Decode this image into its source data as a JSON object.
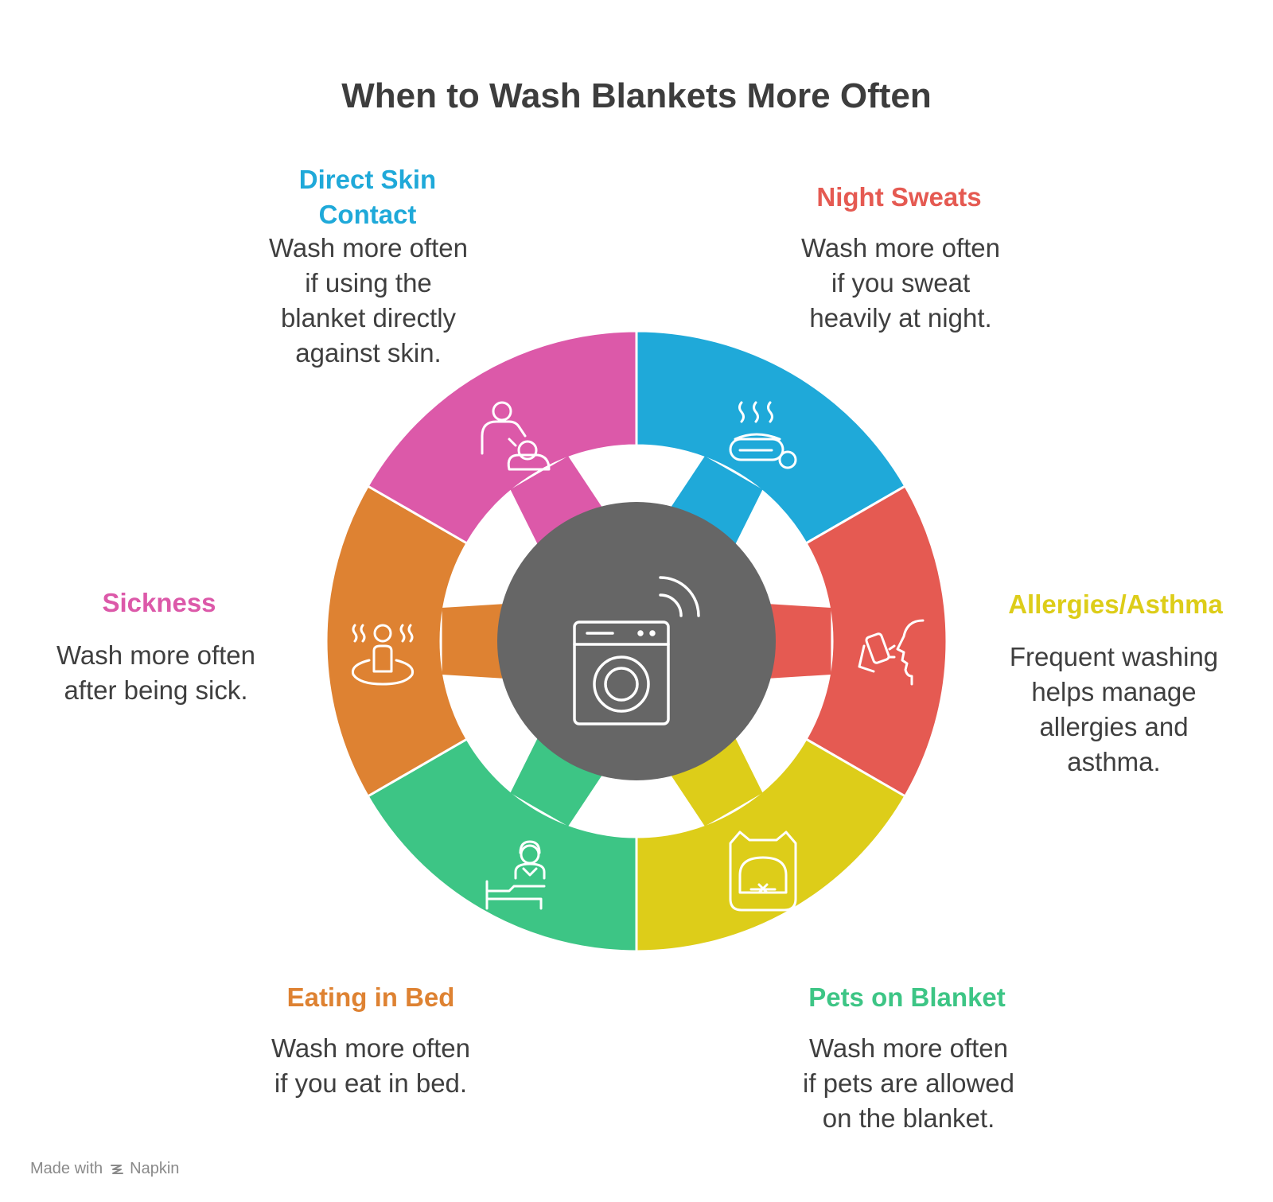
{
  "title": "When to Wash Blankets More Often",
  "center": {
    "icon": "washing-machine-icon",
    "color": "#666666"
  },
  "segments": [
    {
      "id": "direct-skin",
      "label_line1": "Direct Skin",
      "label_line2": "Contact",
      "color": "#1FA9D9",
      "icon": "person-with-baby-icon",
      "desc": [
        "Wash more often",
        "if using the",
        "blanket directly",
        "against skin."
      ]
    },
    {
      "id": "night-sweats",
      "label": "Night Sweats",
      "color": "#E55A52",
      "icon": "sweating-sleeper-icon",
      "desc": [
        "Wash more often",
        "if you sweat",
        "heavily at night."
      ]
    },
    {
      "id": "allergies",
      "label": "Allergies/Asthma",
      "color": "#DDCD19",
      "icon": "inhaler-face-icon",
      "desc": [
        "Frequent washing",
        "helps manage",
        "allergies and",
        "asthma."
      ]
    },
    {
      "id": "pets",
      "label": "Pets on Blanket",
      "color": "#3DC585",
      "icon": "pet-bed-icon",
      "desc": [
        "Wash more often",
        "if pets are allowed",
        "on the blanket."
      ]
    },
    {
      "id": "eating",
      "label": "Eating in Bed",
      "color": "#DE8232",
      "icon": "person-in-bed-icon",
      "desc": [
        "Wash more often",
        "if you eat in bed."
      ]
    },
    {
      "id": "sickness",
      "label": "Sickness",
      "color": "#DC59A9",
      "icon": "sick-person-icon",
      "desc": [
        "Wash more often",
        "after being sick."
      ]
    }
  ],
  "footer": {
    "prefix": "Made with",
    "brand": "Napkin"
  }
}
